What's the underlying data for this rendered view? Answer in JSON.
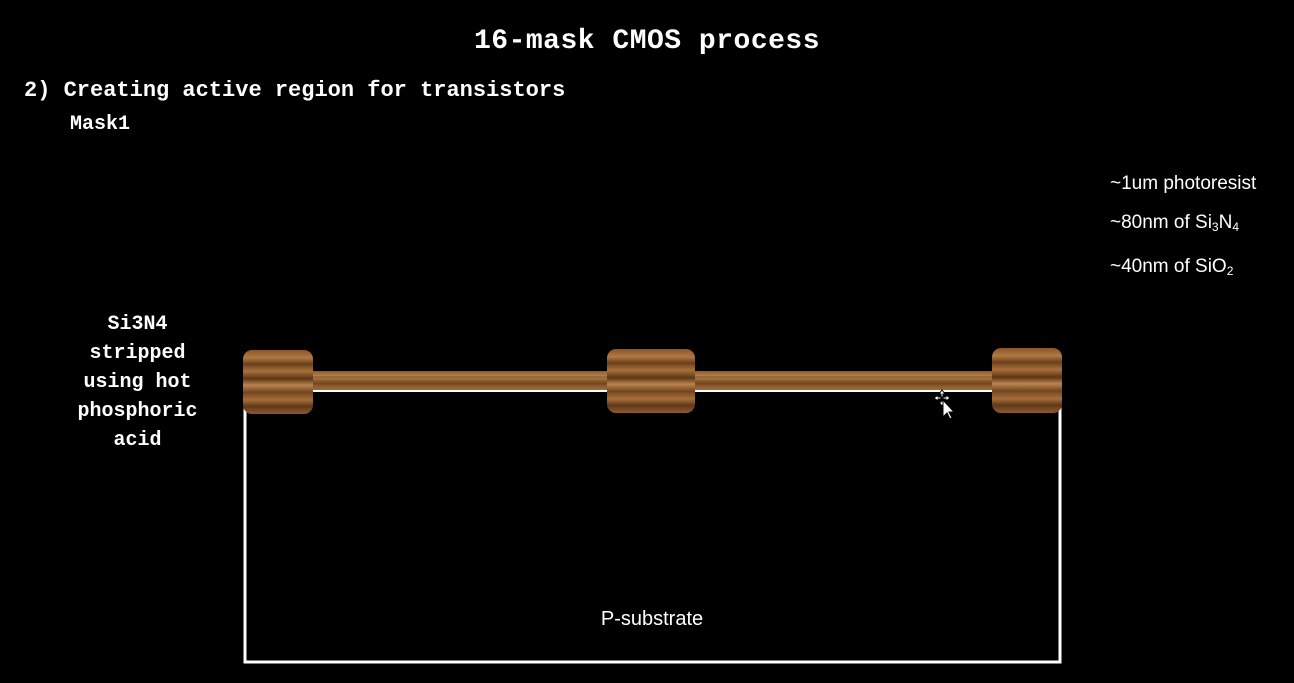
{
  "slide": {
    "title": "16-mask CMOS process",
    "step_number": "2)",
    "step_title": "Creating active region for transistors",
    "mask_label": "Mask1"
  },
  "side_note": {
    "lines": [
      "Si3N4",
      "stripped",
      "using hot",
      "phosphoric",
      "acid"
    ]
  },
  "legend": {
    "photoresist": "~1um photoresist",
    "nitride_prefix": "~80nm of Si",
    "nitride_sub1": "3",
    "nitride_mid": "N",
    "nitride_sub2": "4",
    "oxide_prefix": "~40nm of SiO",
    "oxide_sub": "2"
  },
  "cross_section": {
    "substrate_label": "P-substrate"
  },
  "colors": {
    "background": "#000000",
    "text": "#ffffff",
    "resist_dark": "#6b3f1a",
    "resist_light": "#b07a45",
    "substrate_outline": "#ffffff"
  },
  "icons": {
    "cursor": "move-arrow-cursor-icon"
  }
}
